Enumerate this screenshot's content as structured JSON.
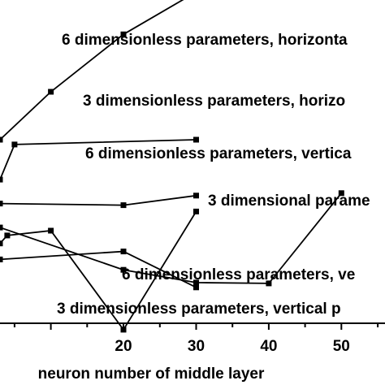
{
  "chart_data": {
    "type": "line",
    "title": "",
    "xlabel": "neuron number of middle layer",
    "ylabel": "",
    "xlim": [
      3,
      56
    ],
    "ylim": [
      0,
      405
    ],
    "xticks": [
      20,
      30,
      40,
      50
    ],
    "xtick_labels": [
      "20",
      "30",
      "40",
      "50"
    ],
    "grid": false,
    "marker": "square",
    "line_color": "#000000",
    "series": [
      {
        "label": "6 dimensionless parameters, horizonta",
        "x": [
          3,
          10,
          20,
          30
        ],
        "y": [
          230,
          290,
          362,
          415
        ]
      },
      {
        "label": "3 dimensionless parameters, horizo",
        "x": [
          3,
          5,
          30
        ],
        "y": [
          180,
          224,
          230
        ]
      },
      {
        "label": "6 dimensionless parameters, vertica",
        "x": [
          3,
          20,
          30,
          40,
          50
        ],
        "y": [
          120,
          67,
          51,
          50,
          163
        ]
      },
      {
        "label": "3 dimensional parame",
        "x": [
          3,
          20,
          30
        ],
        "y": [
          150,
          148,
          160
        ]
      },
      {
        "label": "6 dimensionless parameters, ve",
        "x": [
          3,
          20,
          30
        ],
        "y": [
          80,
          90,
          45
        ]
      },
      {
        "label": "3 dimensionless parameters, vertical p",
        "x": [
          3,
          4,
          10,
          20,
          30
        ],
        "y": [
          100,
          110,
          116,
          -8,
          140
        ]
      }
    ]
  }
}
